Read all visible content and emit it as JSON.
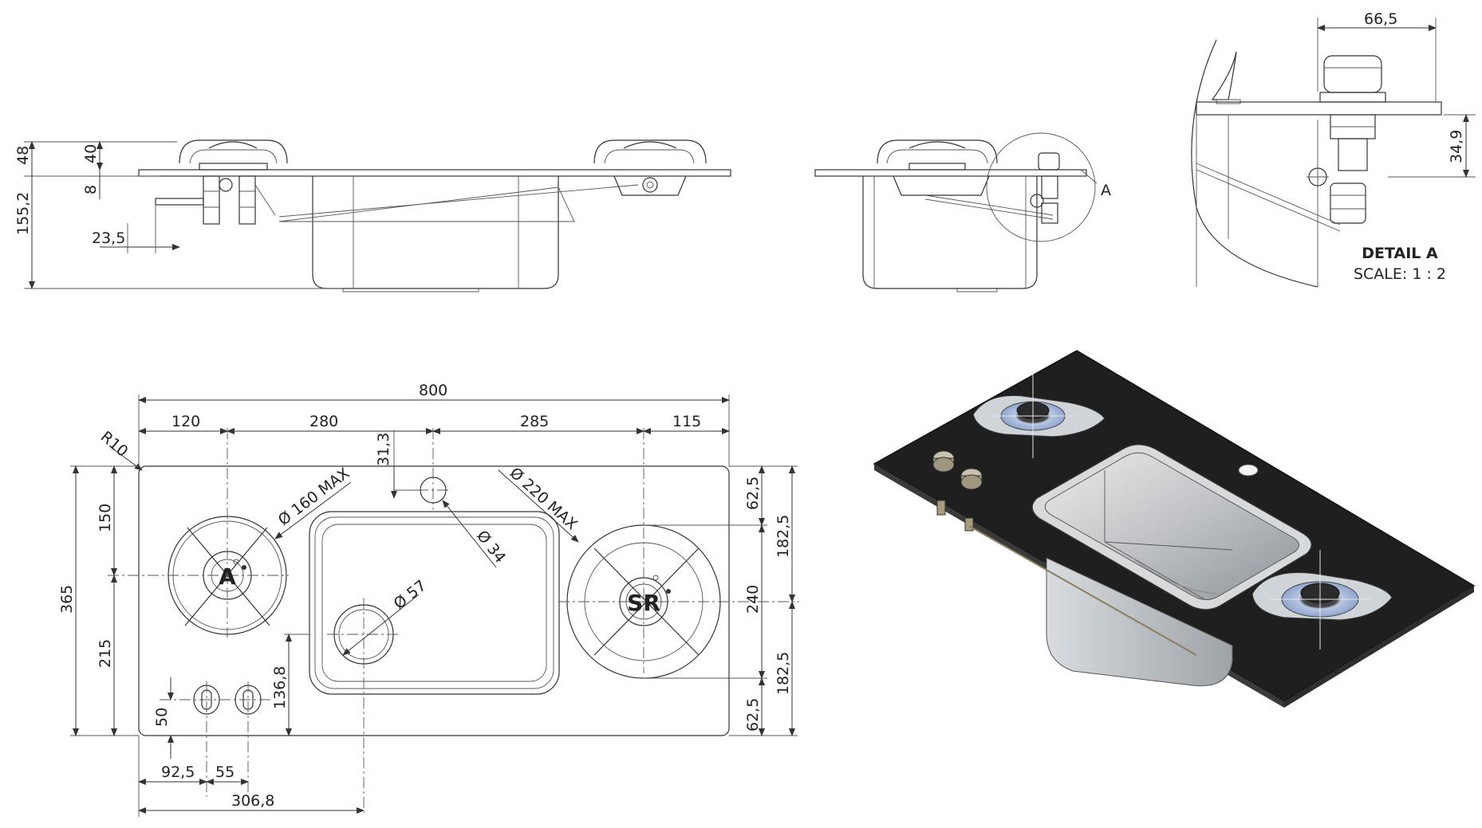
{
  "side_view": {
    "dim_total_height": "155,2",
    "dim_top": "48",
    "dim_burner_top": "40",
    "dim_plate": "8",
    "dim_pipe": "23,5"
  },
  "end_view": {
    "detail_marker": "A"
  },
  "detail": {
    "dim_width": "66,5",
    "dim_height": "34,9",
    "title": "DETAIL A",
    "scale": "SCALE: 1 : 2"
  },
  "plan_view": {
    "overall_width": "800",
    "seg_1": "120",
    "seg_2": "280",
    "seg_3": "285",
    "seg_4": "115",
    "corner_radius": "R10",
    "hole_offset": "31,3",
    "burner_a_diameter": "Ø 160 MAX",
    "burner_sr_diameter": "Ø 220 MAX",
    "hole_diameter": "Ø 34",
    "drain_diameter": "Ø 57",
    "burner_a_label": "A",
    "burner_sr_label": "SR",
    "left_total": "365",
    "left_upper": "150",
    "left_lower": "215",
    "knob_height": "50",
    "sink_bottom": "136,8",
    "right_top": "62,5",
    "right_upper": "182,5",
    "right_mid": "240",
    "right_lower": "182,5",
    "right_bottom": "62,5",
    "knob_offset": "92,5",
    "knob_spacing": "55",
    "drain_offset": "306,8"
  },
  "colors": {
    "line": "#333333",
    "glass": "#1f1f1f",
    "steel": "#bfc3c6",
    "burner_ring": "#9fb4d4"
  }
}
